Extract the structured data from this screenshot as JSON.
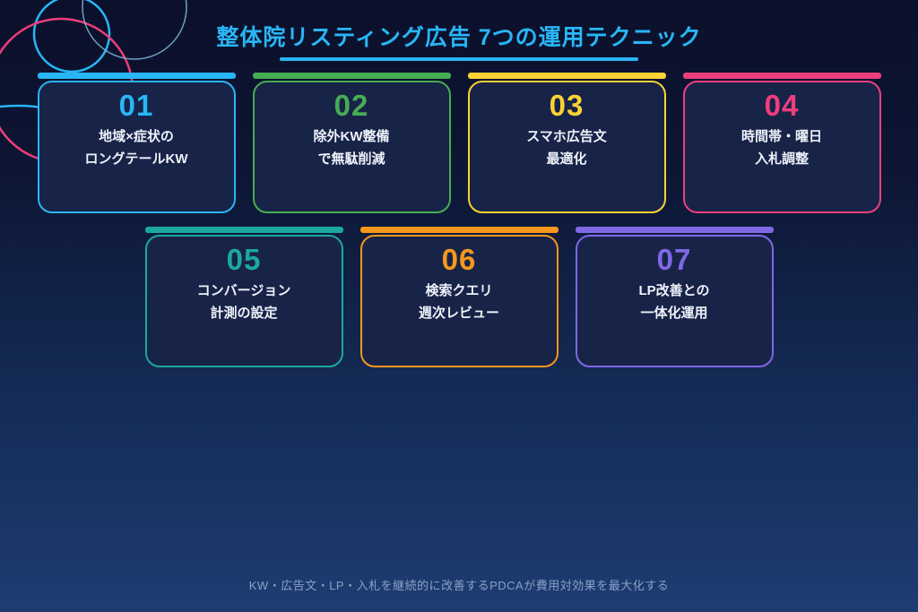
{
  "title": "整体院リスティング広告 7つの運用テクニック",
  "footer": "KW・広告文・LP・入札を継続的に改善するPDCAが費用対効果を最大化する",
  "colors": {
    "title_accent": "#29b6f6",
    "background_top": "#0b102b",
    "background_mid": "#142a54",
    "background_bottom": "#1e3d73",
    "card_background": "#182348",
    "card_text": "#eef2fa",
    "footer_text": "#8ba1c7",
    "decor_cyan": "#29b6f6",
    "decor_cyan_thin": "#86c5ea",
    "decor_pink": "#ee3d7c"
  },
  "cards": [
    {
      "number": "01",
      "accent": "#29b6f6",
      "lines": [
        "地域×症状の",
        "ロングテールKW"
      ]
    },
    {
      "number": "02",
      "accent": "#47ad52",
      "lines": [
        "除外KW整備",
        "で無駄削減"
      ]
    },
    {
      "number": "03",
      "accent": "#fbd233",
      "lines": [
        "スマホ広告文",
        "最適化"
      ]
    },
    {
      "number": "04",
      "accent": "#ef3e7c",
      "lines": [
        "時間帯・曜日",
        "入札調整"
      ]
    },
    {
      "number": "05",
      "accent": "#1ca89c",
      "lines": [
        "コンバージョン",
        "計測の設定"
      ]
    },
    {
      "number": "06",
      "accent": "#f5981b",
      "lines": [
        "検索クエリ",
        "週次レビュー"
      ]
    },
    {
      "number": "07",
      "accent": "#8168e6",
      "lines": [
        "LP改善との",
        "一体化運用"
      ]
    }
  ]
}
